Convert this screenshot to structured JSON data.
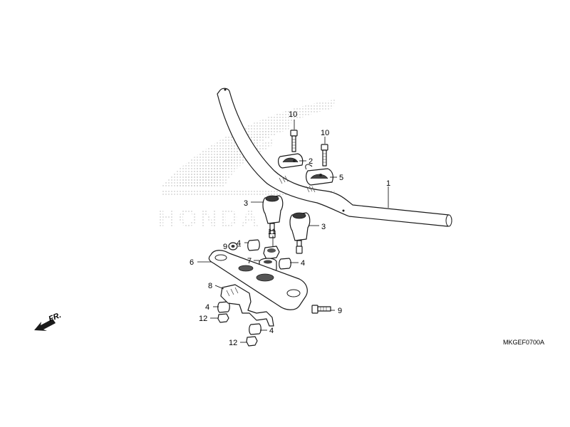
{
  "diagram": {
    "code": "MKGEF0700A",
    "direction_label": "FR.",
    "watermark_text": "HONDA",
    "callouts": [
      {
        "id": "c1",
        "label": "1"
      },
      {
        "id": "c2",
        "label": "2"
      },
      {
        "id": "c3a",
        "label": "3"
      },
      {
        "id": "c3b",
        "label": "3"
      },
      {
        "id": "c4a",
        "label": "4"
      },
      {
        "id": "c4b",
        "label": "4"
      },
      {
        "id": "c4c",
        "label": "4"
      },
      {
        "id": "c4d",
        "label": "4"
      },
      {
        "id": "c5",
        "label": "5"
      },
      {
        "id": "c6",
        "label": "6"
      },
      {
        "id": "c7",
        "label": "7"
      },
      {
        "id": "c8",
        "label": "8"
      },
      {
        "id": "c9a",
        "label": "9"
      },
      {
        "id": "c9b",
        "label": "9"
      },
      {
        "id": "c10a",
        "label": "10"
      },
      {
        "id": "c10b",
        "label": "10"
      },
      {
        "id": "c11",
        "label": "11"
      },
      {
        "id": "c12a",
        "label": "12"
      },
      {
        "id": "c12b",
        "label": "12"
      }
    ]
  },
  "colors": {
    "line": "#1a1a1a",
    "watermark": "#c8c8c8",
    "background": "#ffffff"
  }
}
